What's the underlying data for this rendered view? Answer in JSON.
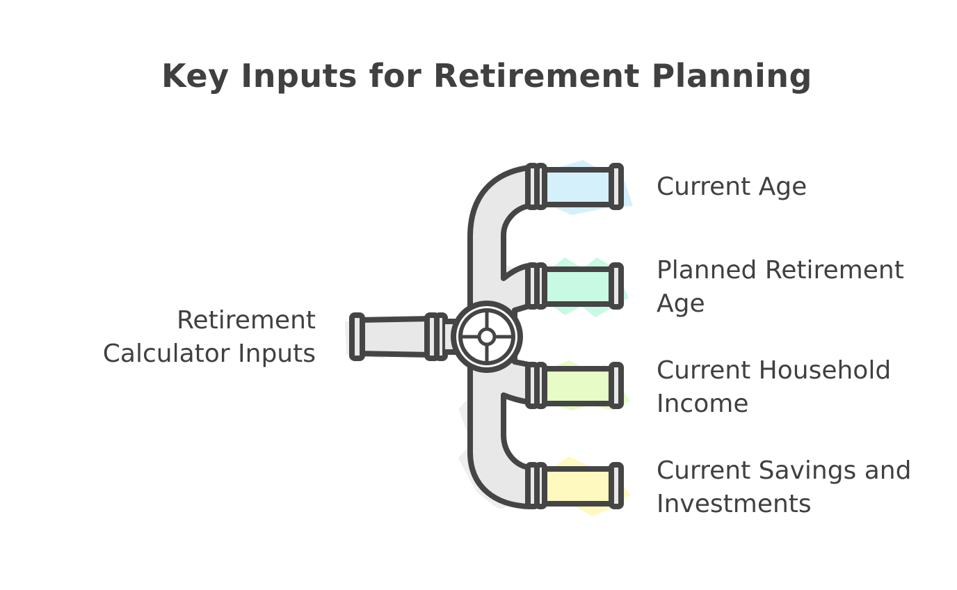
{
  "title": "Key Inputs for Retirement Planning",
  "source": {
    "line1": "Retirement",
    "line2": "Calculator Inputs"
  },
  "outputs": [
    {
      "line1": "Current Age",
      "line2": "",
      "color": "#d4f0fb"
    },
    {
      "line1": "Planned Retirement",
      "line2": "Age",
      "color": "#c8f9e3"
    },
    {
      "line1": "Current Household",
      "line2": "Income",
      "color": "#e6fbc6"
    },
    {
      "line1": "Current Savings and",
      "line2": "Investments",
      "color": "#fef9bf"
    }
  ],
  "colors": {
    "stroke": "#454545",
    "pipe_fill": "#e8e8e8",
    "shadow": "#eeeeee"
  }
}
